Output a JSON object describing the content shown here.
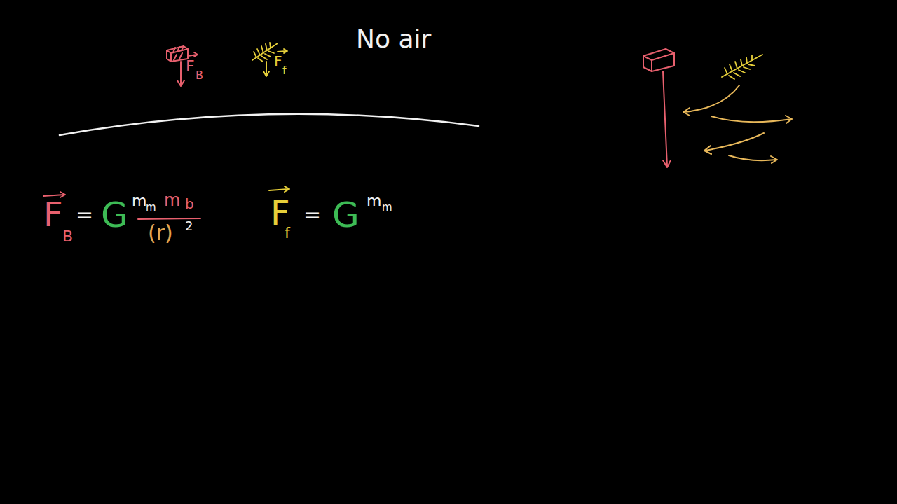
{
  "diagram": {
    "labels": [
      "No air",
      "F",
      "B",
      "F",
      "f",
      "F",
      "B",
      "=",
      "G",
      "m",
      "m",
      "m",
      "b",
      "(r)",
      "2",
      "F",
      "f",
      "=",
      "G",
      "m",
      "m"
    ]
  }
}
